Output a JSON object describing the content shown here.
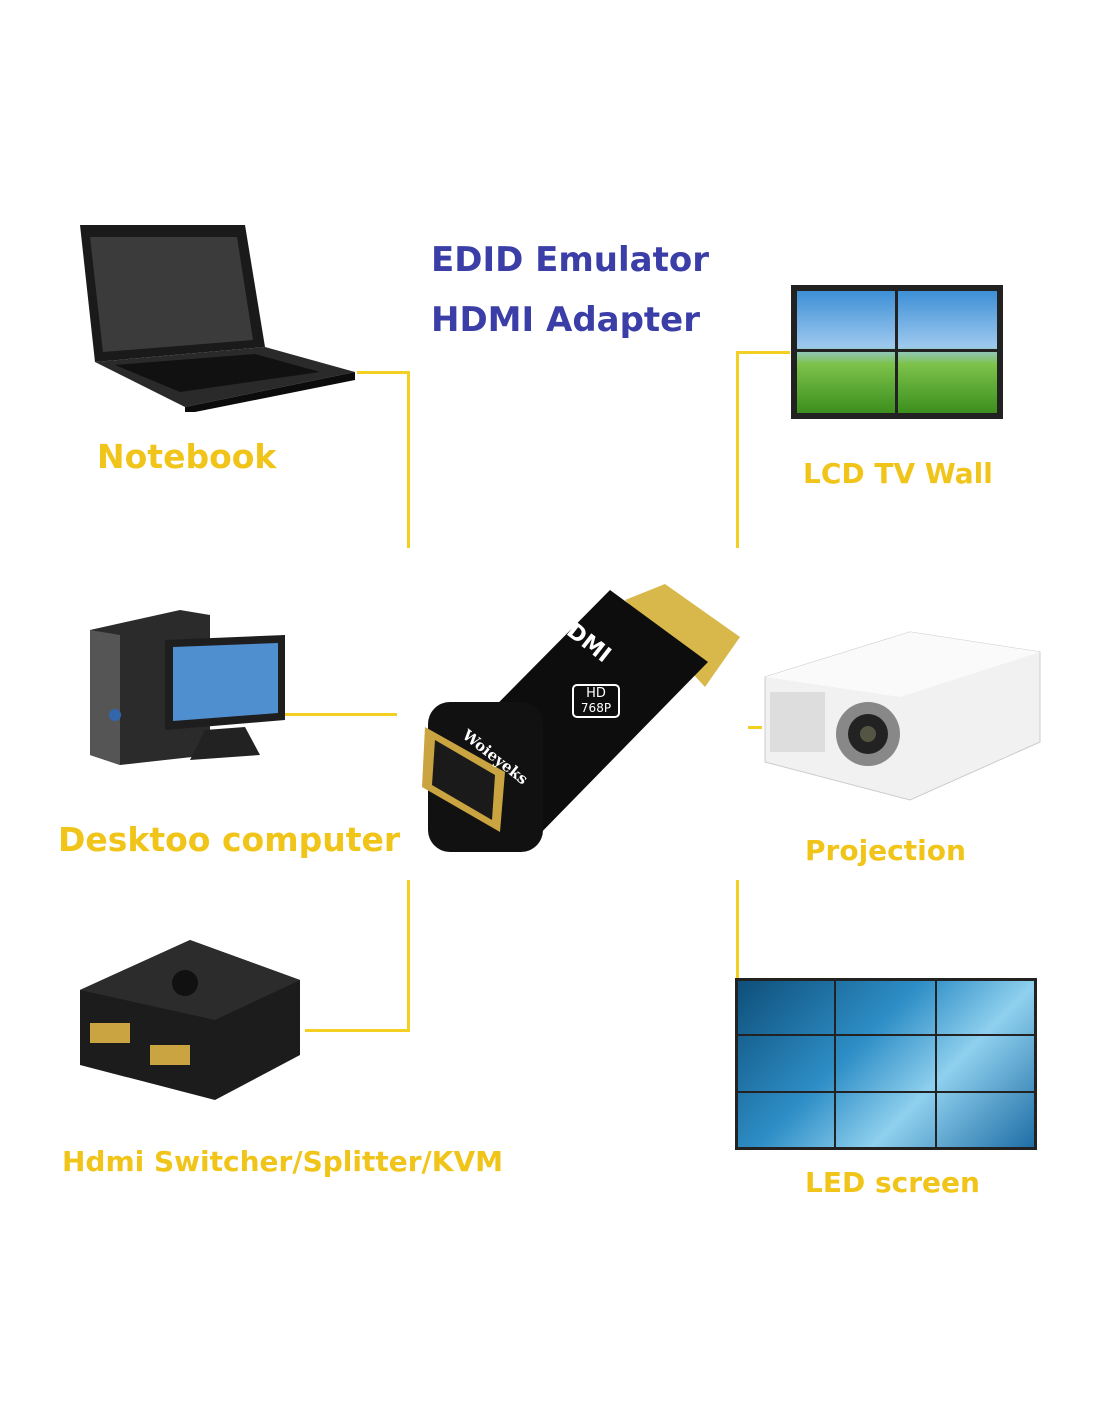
{
  "title": {
    "line1": "EDID Emulator",
    "line2": "HDMI Adapter"
  },
  "adapter": {
    "logo": "HDMI",
    "badge_top": "HD",
    "badge_bottom": "768P",
    "brand": "Woieyeks"
  },
  "devices": {
    "notebook": "Notebook",
    "lcd_tv_wall": "LCD TV Wall",
    "desktop": "Desktoo computer",
    "projection": "Projection",
    "switcher": "Hdmi Switcher/Splitter/KVM",
    "led_screen": "LED screen"
  },
  "colors": {
    "title": "#3a3ea6",
    "label": "#f0c419",
    "connector": "#f3cf22"
  }
}
